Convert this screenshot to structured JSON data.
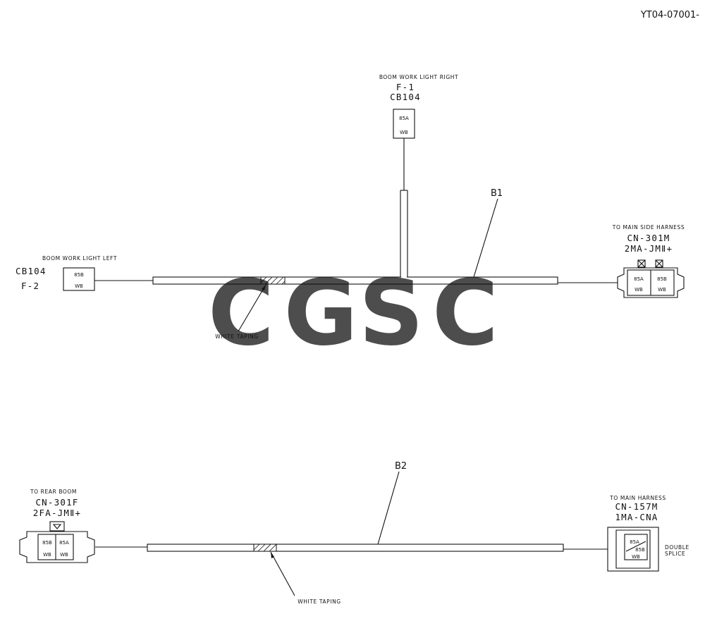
{
  "doc_id": "YT04-07001-",
  "harness_b1": {
    "label": "B1",
    "right_light": {
      "title": "BOOM WORK LIGHT RIGHT",
      "fuse": "F-1",
      "connector": "CB104",
      "pin": "85A",
      "wire": "WB"
    },
    "left_light": {
      "title": "BOOM WORK LIGHT LEFT",
      "connector": "CB104",
      "fuse": "F-2",
      "pin": "85B",
      "wire": "WB"
    },
    "main_side": {
      "title": "TO MAIN SIDE HARNESS",
      "connector": "CN-301M",
      "part": "2MA-JMⅡ+",
      "pins": [
        "85A",
        "85B"
      ],
      "wires": [
        "WB",
        "WB"
      ]
    },
    "taping": "WHITE TAPING"
  },
  "harness_b2": {
    "label": "B2",
    "rear_boom": {
      "title": "TO REAR BOOM",
      "connector": "CN-301F",
      "part": "2FA-JMⅡ+",
      "pins": [
        "85B",
        "85A"
      ],
      "wires": [
        "WB",
        "WB"
      ]
    },
    "main": {
      "title": "TO MAIN HARNESS",
      "connector": "CN-157M",
      "part": "1MA-CNA",
      "pin_top": "85A",
      "pin_bottom": "85B",
      "wire": "WB"
    },
    "splice": [
      "DOUBLE",
      "SPLICE"
    ],
    "taping": "WHITE TAPING"
  },
  "watermark": {
    "letters": [
      "C",
      "G",
      "S",
      "C"
    ],
    "colors": [
      "#4d8ff7",
      "#f26a5b",
      "#f8d053",
      "#3ca878"
    ]
  }
}
